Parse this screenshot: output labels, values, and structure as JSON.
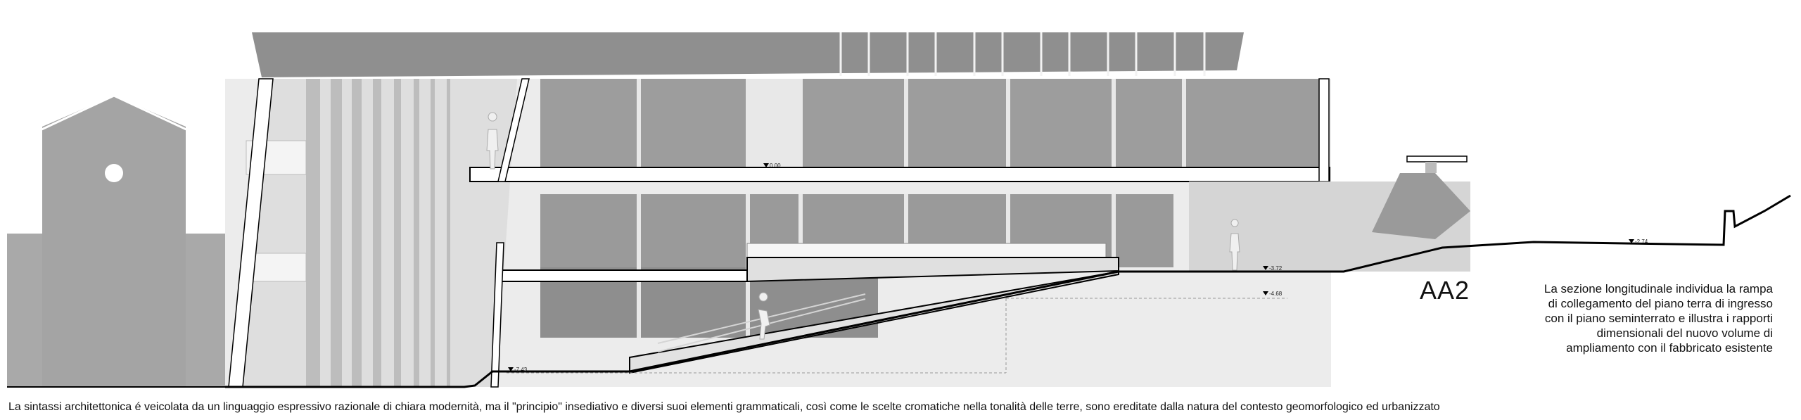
{
  "section_title": "AA2",
  "description_lines": [
    "La sezione longitudinale individua la rampa",
    "di collegamento del piano terra di ingresso",
    "con il piano seminterrato e illustra i rapporti",
    "dimensionali del nuovo volume di",
    "ampliamento con il fabbricato esistente"
  ],
  "caption": "La sintassi architettonica é veicolata da un linguaggio espressivo razionale di chiara modernità, ma il \"principio\" insediativo e diversi suoi elementi grammaticali, così come le scelte cromatiche nella tonalità delle terre, sono ereditate dalla natura del contesto geomorfologico ed urbanizzato",
  "levels": {
    "ground_floor": "0.00",
    "terrain_right": "-2.74",
    "lower_slab": "-3.72",
    "sub_level": "-4.68",
    "basement": "-7.43"
  },
  "colors": {
    "line": "#000000",
    "wall_light": "#e4e4e4",
    "wall_mid": "#c8c8c8",
    "panel": "#9a9a9a",
    "panel_dark": "#8a8a8a",
    "roof": "#8c8c8c"
  }
}
